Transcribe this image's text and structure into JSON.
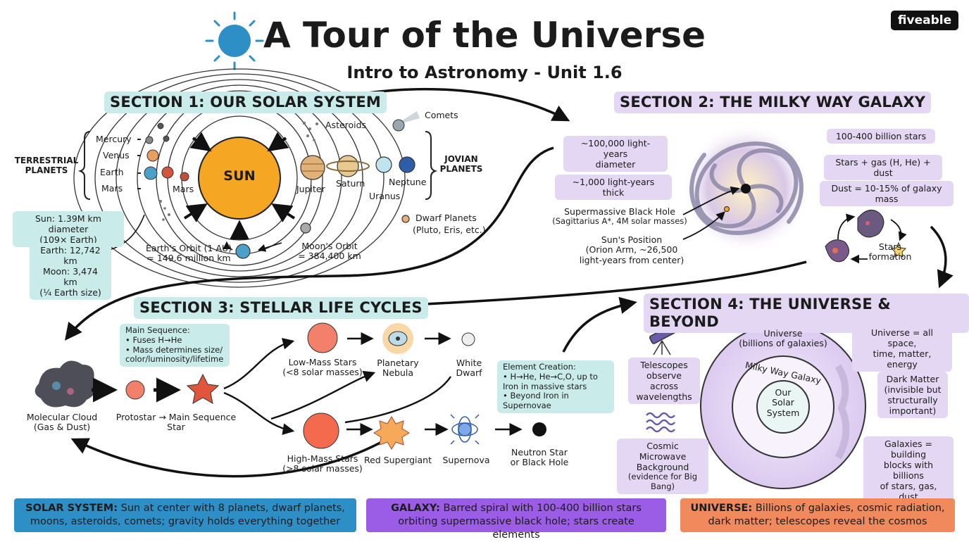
{
  "header": {
    "title": "A Tour of the Universe",
    "subtitle": "Intro to Astronomy - Unit 1.6",
    "logo": "fiveable",
    "icon": "sun-icon"
  },
  "colors": {
    "teal_label": "#c9ebe9",
    "lavender_label": "#e4d7f3",
    "sun": "#f5a623",
    "solar_banner": "#2e8fc7",
    "galaxy_banner": "#9b5de5",
    "universe_banner": "#f08a5d"
  },
  "section1": {
    "heading": "SECTION 1: OUR SOLAR SYSTEM",
    "sun_label": "SUN",
    "terrestrial_label": "TERRESTRIAL PLANETS",
    "jovian_label": "JOVIAN PLANETS",
    "inner_planets": [
      "Mercury",
      "Venus",
      "Earth",
      "Mars"
    ],
    "mars_label": "Mars",
    "jupiter": "Jupiter",
    "saturn": "Saturn",
    "uranus": "Uranus",
    "neptune": "Neptune",
    "asteroids": "Asteroids",
    "comets": "Comets",
    "dwarf_line1": "Dwarf Planets",
    "dwarf_line2": "(Pluto, Eris, etc.)",
    "sun_fact_line1": "Sun: 1.39M km diameter",
    "sun_fact_line2": "(109× Earth)",
    "earth_fact_line1": "Earth: 12,742 km",
    "earth_fact_line2": "Moon: 3,474 km",
    "earth_fact_line3": "(¼ Earth size)",
    "orbit_line1": "Earth's Orbit (1 AU)",
    "orbit_line2": "= 149.6 million km",
    "moon_orbit_line1": "Moon's Orbit",
    "moon_orbit_line2": "= 384,400 km"
  },
  "section2": {
    "heading": "SECTION 2: THE MILKY WAY GALAXY",
    "diameter_line1": "~100,000 light-years",
    "diameter_line2": "diameter",
    "thickness": "~1,000 light-years thick",
    "black_hole_line1": "Supermassive Black Hole",
    "black_hole_line2": "(Sagittarius A*, 4M solar masses)",
    "sun_position_line1": "Sun's Position",
    "sun_position_line2": "(Orion Arm, ~26,500",
    "sun_position_line3": "light-years from center)",
    "stars_count": "100-400 billion stars",
    "composition": "Stars + gas (H, He) + dust",
    "dust_fraction": "Dust = 10-15% of galaxy mass",
    "star_formation_line1": "Stars",
    "star_formation_line2": "formation"
  },
  "section3": {
    "heading": "SECTION 3: STELLAR LIFE CYCLES",
    "main_sequence_title": "Main Sequence:",
    "main_sequence_bullet1": "• Fuses H→He",
    "main_sequence_bullet2": "• Mass determines size/",
    "main_sequence_bullet3": "color/luminosity/lifetime",
    "cloud_line1": "Molecular Cloud",
    "cloud_line2": "(Gas & Dust)",
    "protostar_line1": "Protostar → Main Sequence",
    "protostar_line2": "Star",
    "low_mass_line1": "Low-Mass Stars",
    "low_mass_line2": "(<8 solar masses)",
    "planetary_line1": "Planetary",
    "planetary_line2": "Nebula",
    "white_line1": "White",
    "white_line2": "Dwarf",
    "high_mass_line1": "High-Mass Stars",
    "high_mass_line2": "(>8 solar masses)",
    "red_supergiant": "Red Supergiant",
    "supernova": "Supernova",
    "remnant_line1": "Neutron Star",
    "remnant_line2": "or Black Hole",
    "element_title": "Element Creation:",
    "element_bullet1": "• H→He, He→C,O, up to",
    "element_bullet2": "Iron in massive stars",
    "element_bullet3": "• Beyond Iron in Supernovae"
  },
  "section4": {
    "heading": "SECTION 4: THE UNIVERSE & BEYOND",
    "telescope_line1": "Telescopes",
    "telescope_line2": "observe across",
    "telescope_line3": "wavelengths",
    "cmb_line1": "Cosmic Microwave",
    "cmb_line2": "Background",
    "cmb_line3": "(evidence for Big Bang)",
    "universe_ring_line1": "Universe",
    "universe_ring_line2": "(billions of galaxies)",
    "milky_way_ring": "Milky Way Galaxy",
    "solar_ring_line1": "Our",
    "solar_ring_line2": "Solar",
    "solar_ring_line3": "System",
    "definition_line1": "Universe = all space,",
    "definition_line2": "time, matter, energy",
    "dark_line1": "Dark Matter",
    "dark_line2": "(invisible but",
    "dark_line3": "structurally",
    "dark_line4": "important)",
    "galaxies_line1": "Galaxies = building",
    "galaxies_line2": "blocks with billions",
    "galaxies_line3": "of stars, gas, dust"
  },
  "summary": {
    "solar_key": "SOLAR SYSTEM:",
    "solar_line1": "Sun at center with 8 planets, dwarf planets,",
    "solar_line2": "moons, asteroids, comets; gravity holds everything together",
    "galaxy_key": "GALAXY:",
    "galaxy_line1": "Barred spiral with 100-400 billion stars",
    "galaxy_line2": "orbiting supermassive black hole; stars create elements",
    "universe_key": "UNIVERSE:",
    "universe_line1": "Billions of galaxies, cosmic radiation,",
    "universe_line2": "dark matter; telescopes reveal the cosmos"
  }
}
